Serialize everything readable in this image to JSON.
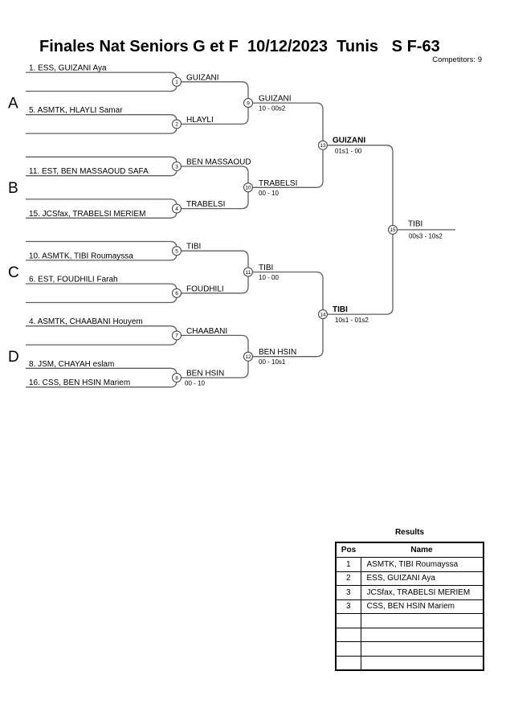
{
  "header": {
    "title": "Finales Nat Seniors G et F  10/12/2023  Tunis   S F-63",
    "competitors": "Competitors: 9"
  },
  "bracket": {
    "sections": [
      {
        "label": "A",
        "slots": [
          "1. ESS, GUIZANI Aya",
          "",
          "5. ASMTK, HLAYLI Samar",
          ""
        ]
      },
      {
        "label": "B",
        "slots": [
          "",
          "11. EST, BEN MASSAOUD SAFA",
          "",
          "15. JCSfax, TRABELSI MERIEM"
        ]
      },
      {
        "label": "C",
        "slots": [
          "",
          "10. ASMTK, TIBI Roumayssa",
          "6. EST, FOUDHILI Farah",
          ""
        ]
      },
      {
        "label": "D",
        "slots": [
          "4. ASMTK, CHAABANI Houyem",
          "",
          "8. JSM, CHAYAH eslam",
          "16. CSS, BEN HSIN Mariem"
        ]
      }
    ],
    "round1": [
      {
        "match": 1,
        "winner": "GUIZANI",
        "score": ""
      },
      {
        "match": 2,
        "winner": "HLAYLI",
        "score": ""
      },
      {
        "match": 3,
        "winner": "BEN MASSAOUD",
        "score": ""
      },
      {
        "match": 4,
        "winner": "TRABELSI",
        "score": ""
      },
      {
        "match": 5,
        "winner": "TIBI",
        "score": ""
      },
      {
        "match": 6,
        "winner": "FOUDHILI",
        "score": ""
      },
      {
        "match": 7,
        "winner": "CHAABANI",
        "score": ""
      },
      {
        "match": 8,
        "winner": "BEN HSIN",
        "score": "00 - 10"
      }
    ],
    "round2": [
      {
        "match": 9,
        "winner": "GUIZANI",
        "score": "10 - 00s2"
      },
      {
        "match": 10,
        "winner": "TRABELSI",
        "score": "00 - 10"
      },
      {
        "match": 11,
        "winner": "TIBI",
        "score": "10 - 00"
      },
      {
        "match": 12,
        "winner": "BEN HSIN",
        "score": "00 - 10s1"
      }
    ],
    "semifinals": [
      {
        "match": 13,
        "winner": "GUIZANI",
        "score": "01s1 - 00",
        "bold": true
      },
      {
        "match": 14,
        "winner": "TIBI",
        "score": "10s1 - 01s2",
        "bold": true
      }
    ],
    "final": {
      "match": 15,
      "winner": "TIBI",
      "score": "00s3 - 10s2"
    }
  },
  "results": {
    "title": "Results",
    "columns": [
      "Pos",
      "Name"
    ],
    "rows": [
      {
        "pos": "1",
        "name": "ASMTK, TIBI Roumayssa"
      },
      {
        "pos": "2",
        "name": "ESS, GUIZANI Aya"
      },
      {
        "pos": "3",
        "name": "JCSfax, TRABELSI MERIEM"
      },
      {
        "pos": "3",
        "name": "CSS, BEN HSIN Mariem"
      },
      {
        "pos": "",
        "name": ""
      },
      {
        "pos": "",
        "name": ""
      },
      {
        "pos": "",
        "name": ""
      },
      {
        "pos": "",
        "name": ""
      }
    ]
  },
  "colors": {
    "line": "#5f5f5f",
    "text": "#000000",
    "background": "#ffffff"
  }
}
